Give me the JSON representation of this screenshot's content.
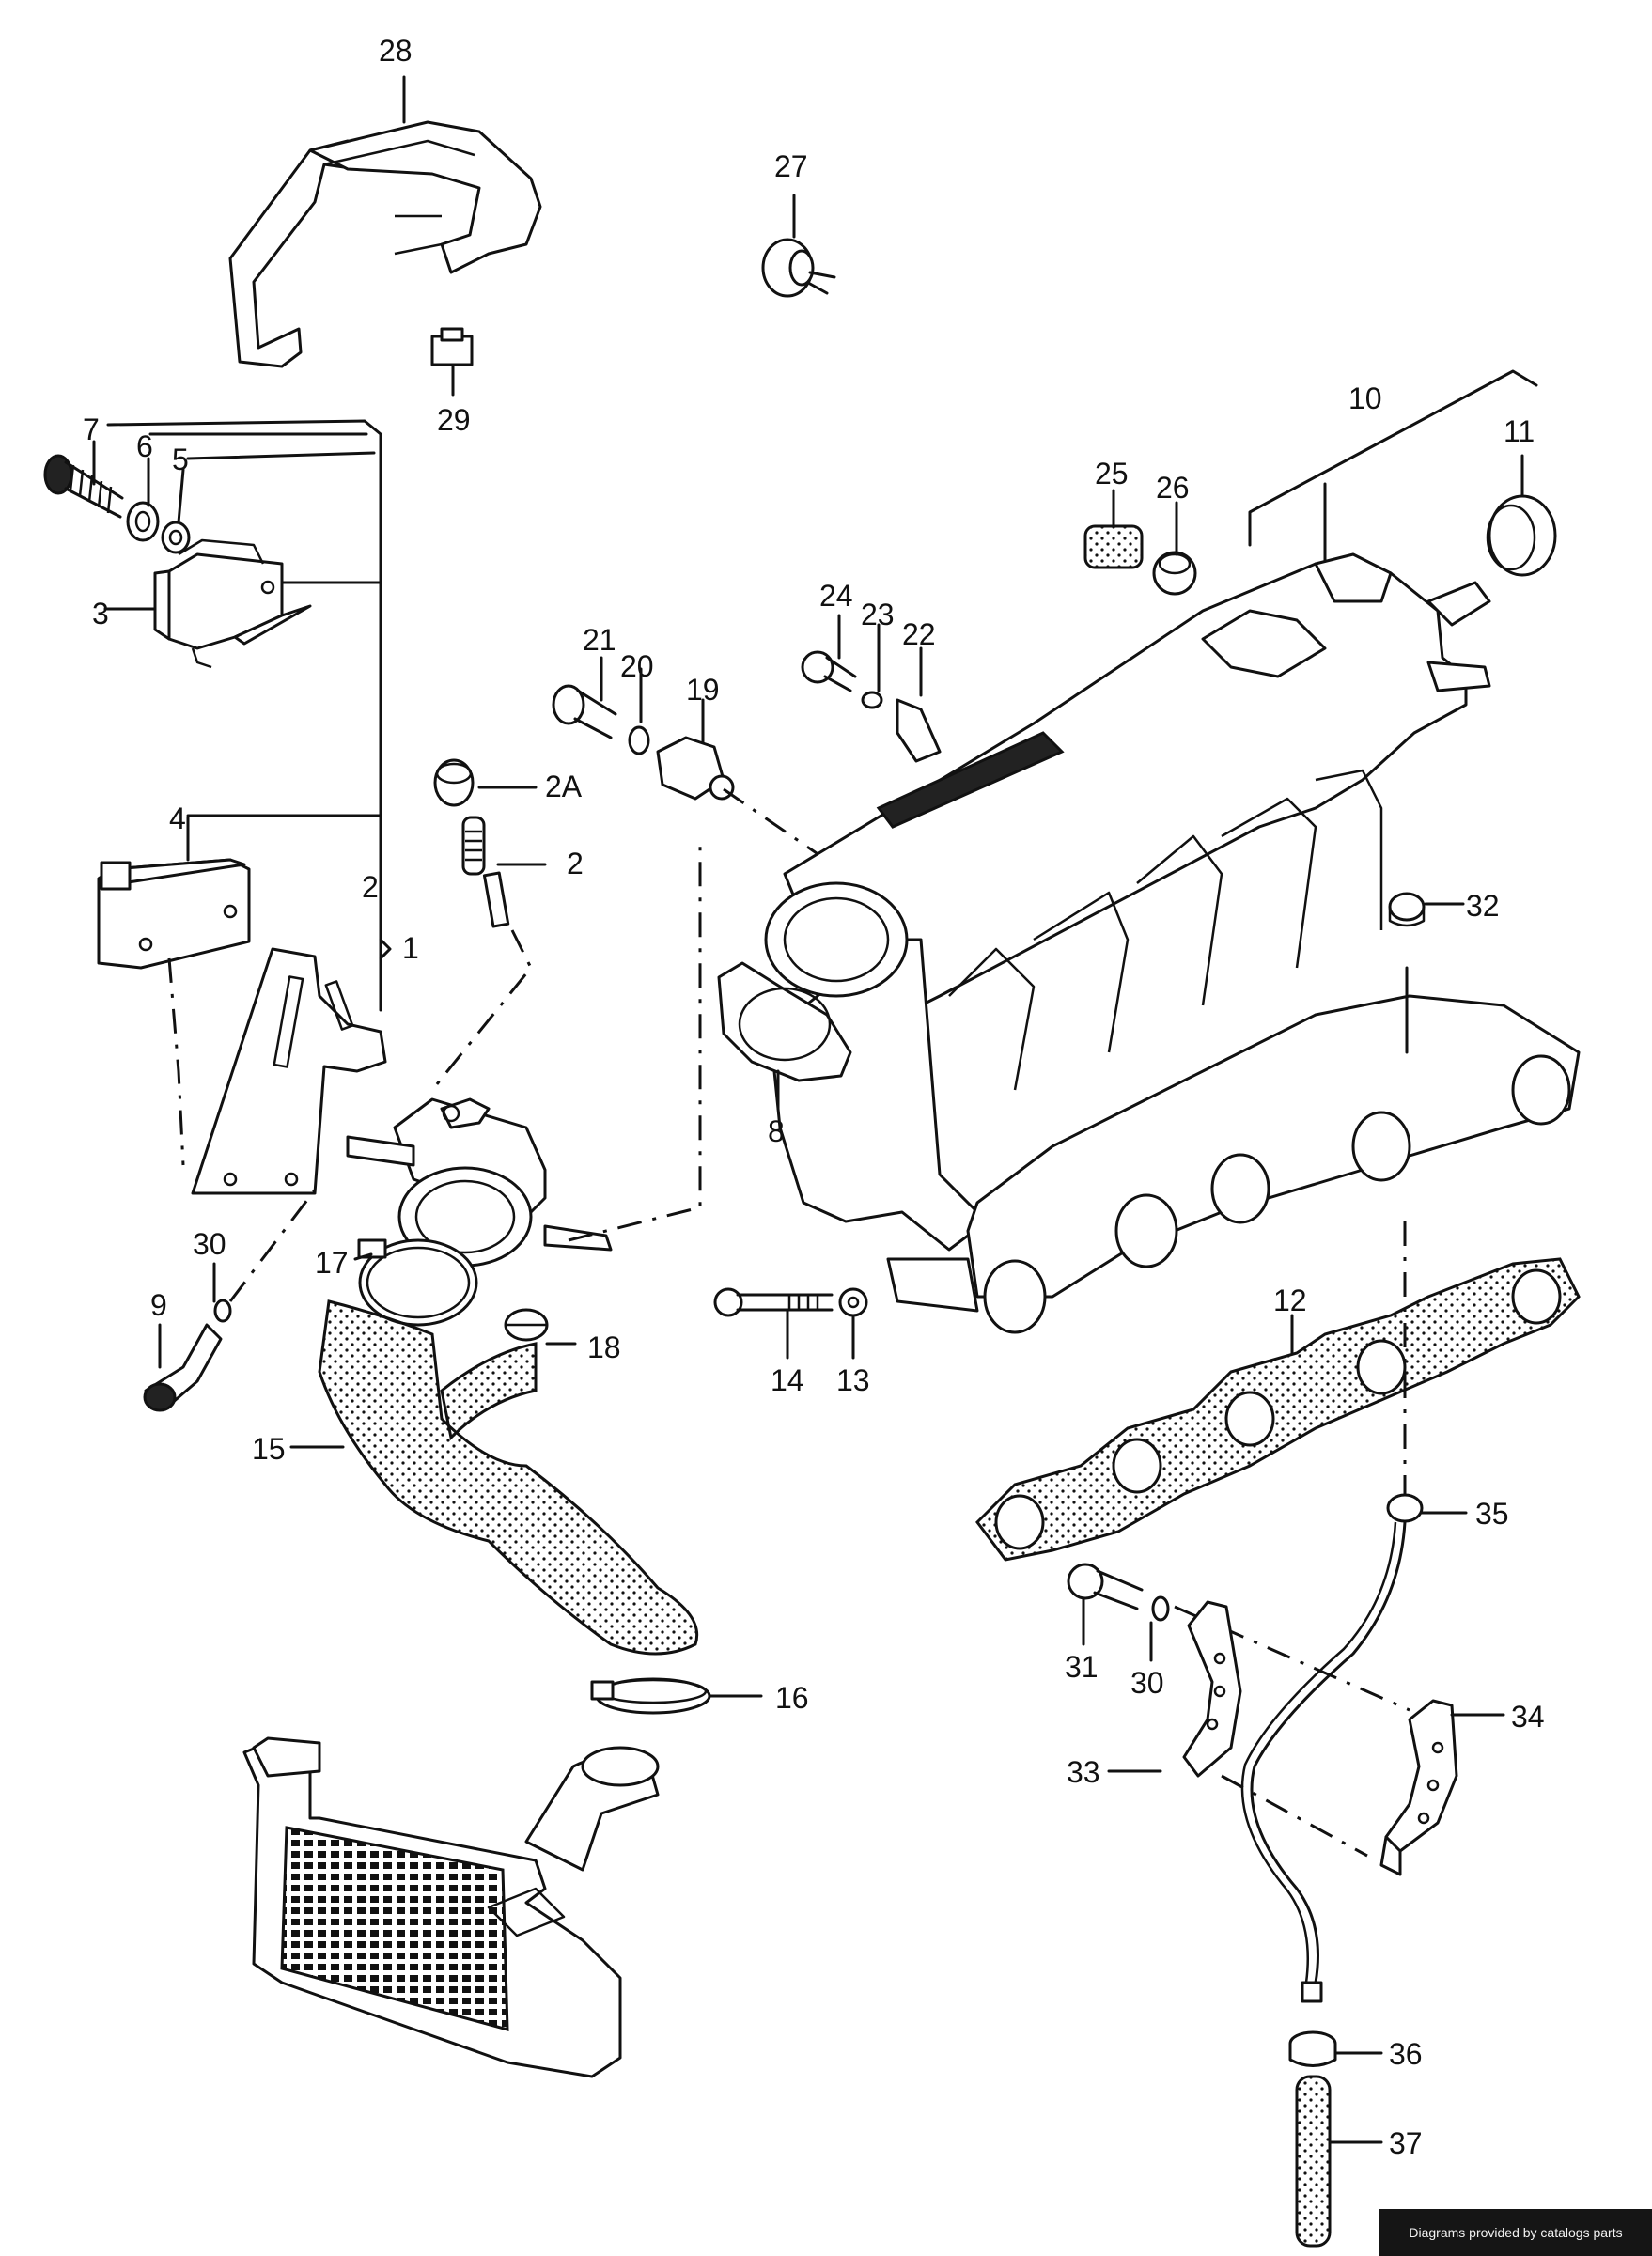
{
  "labels": {
    "l1": "1",
    "l2": "2",
    "l2b": "2",
    "l2a": "2A",
    "l3": "3",
    "l4": "4",
    "l5": "5",
    "l6": "6",
    "l7": "7",
    "l8": "8",
    "l9": "9",
    "l10": "10",
    "l11": "11",
    "l12": "12",
    "l13": "13",
    "l14": "14",
    "l15": "15",
    "l16": "16",
    "l17": "17",
    "l18": "18",
    "l19": "19",
    "l20": "20",
    "l21": "21",
    "l22": "22",
    "l23": "23",
    "l24": "24",
    "l25": "25",
    "l26": "26",
    "l27": "27",
    "l28": "28",
    "l29": "29",
    "l30a": "30",
    "l30b": "30",
    "l31": "31",
    "l32": "32",
    "l33": "33",
    "l34": "34",
    "l35": "35",
    "l36": "36",
    "l37": "37"
  },
  "credit": "Diagrams provided by catalogs parts"
}
